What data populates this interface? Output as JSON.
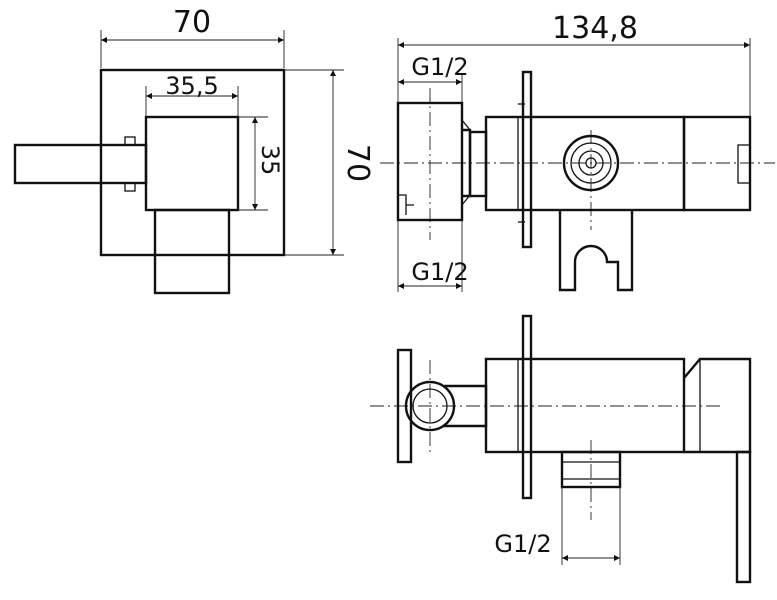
{
  "dimensions": {
    "front_width": "70",
    "front_height": "70",
    "handle_width": "35,5",
    "handle_height": "35",
    "total_length": "134,8",
    "thread_top": "G1/2",
    "thread_bottom": "G1/2",
    "thread_outlet": "G1/2"
  }
}
